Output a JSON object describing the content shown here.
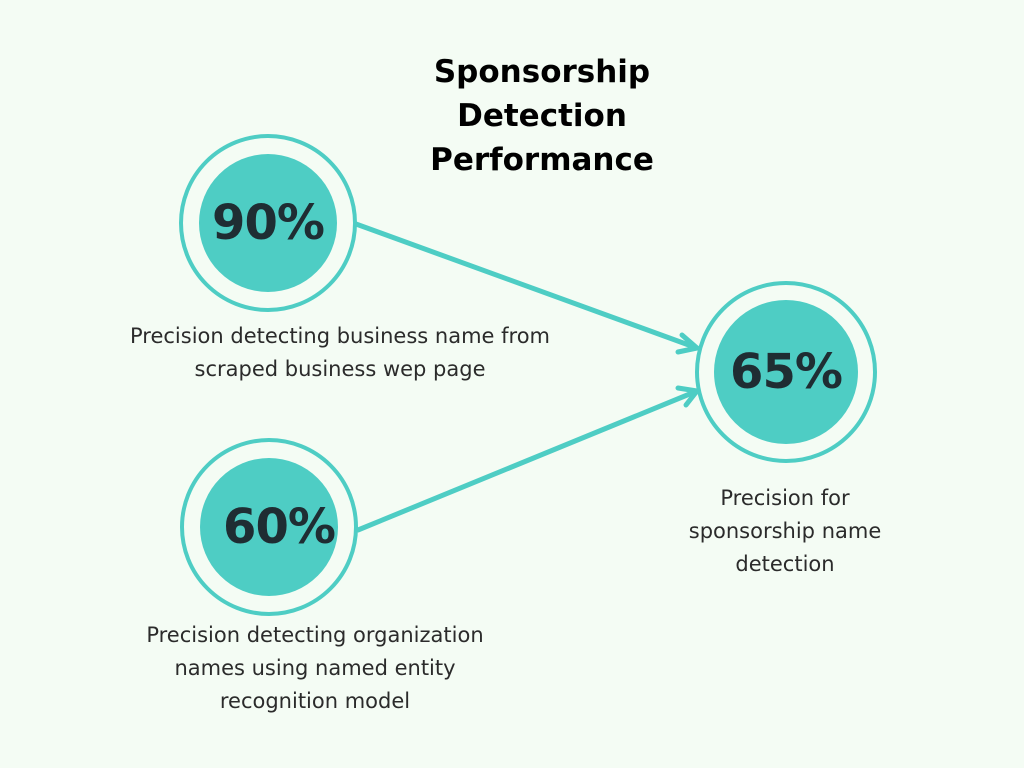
{
  "title": "Sponsorship Detection Performance",
  "colors": {
    "background": "#f4fcf4",
    "accent": "#4ecdc4",
    "value_text": "#1f2d33",
    "caption_text": "#2b2b2b"
  },
  "nodes": [
    {
      "id": "business-page",
      "value": "90%",
      "caption": "Precision detecting business name from scraped business wep page"
    },
    {
      "id": "ner-model",
      "value": "60%",
      "caption": "Precision detecting organization names using named entity recognition model"
    },
    {
      "id": "sponsorship",
      "value": "65%",
      "caption": "Precision for sponsorship name detection"
    }
  ],
  "edges": [
    {
      "from": "business-page",
      "to": "sponsorship"
    },
    {
      "from": "ner-model",
      "to": "sponsorship"
    }
  ]
}
